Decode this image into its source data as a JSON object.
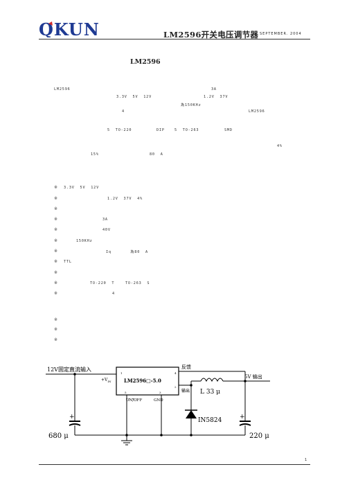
{
  "header": {
    "logo_text": "QKUN",
    "title": "LM2596开关电压调节器",
    "date": "SEPTEMBER. 2004"
  },
  "section_title": "LM2596",
  "intro_lines": [
    {
      "id": "l1",
      "parts": [
        "LM2596",
        "3A"
      ]
    },
    {
      "id": "l2",
      "parts": [
        "3.3V  5V  12V",
        "1.2V  37V"
      ]
    },
    {
      "id": "l3",
      "parts": [
        "為150KHz"
      ]
    },
    {
      "id": "l4",
      "parts": [
        "4",
        "LM2596"
      ]
    },
    {
      "id": "l5",
      "parts": [
        "5  TO-220",
        "DIP",
        "5  TO-263",
        "SMD"
      ]
    },
    {
      "id": "l6",
      "parts": [
        "4%"
      ]
    },
    {
      "id": "l7",
      "parts": [
        "15%",
        "80  A"
      ]
    }
  ],
  "features": [
    {
      "bullet": "※",
      "text": "3.3V  5V  12V"
    },
    {
      "bullet": "※",
      "text": "1.2V  37V  4%"
    },
    {
      "bullet": "※",
      "text": ""
    },
    {
      "bullet": "※",
      "text": "3A"
    },
    {
      "bullet": "※",
      "text": "40V"
    },
    {
      "bullet": "※",
      "text": "150KHz"
    },
    {
      "bullet": "※",
      "text": "Iq       為80  A"
    },
    {
      "bullet": "※",
      "text": "TTL"
    },
    {
      "bullet": "※",
      "text": ""
    },
    {
      "bullet": "※",
      "text": "TO-220  T    TO-263  S"
    },
    {
      "bullet": "※",
      "text": "4"
    }
  ],
  "applications": [
    {
      "bullet": "※",
      "text": ""
    },
    {
      "bullet": "※",
      "text": ""
    },
    {
      "bullet": "※",
      "text": ""
    }
  ],
  "circuit": {
    "input_label": "12V固定直流输入",
    "chip_label": "LM2596□-5.0",
    "vin_label": "+V",
    "vin_sub": "IN",
    "feedback_label": "反馈",
    "output_pin_label": "输出",
    "onoff_label": "ON/OFF",
    "gnd_label": "GND",
    "pin1": "1",
    "pin2": "2",
    "pin3": "3",
    "pin4": "4",
    "pin5": "5",
    "inductor_label": "L   33 μ",
    "diode_label": "IN5824",
    "output_label": "5V 输出",
    "cin_label": "680 μ",
    "cout_label": "220 μ",
    "plus": "+"
  },
  "page_number": "1",
  "colors": {
    "logo": "#1f3a93",
    "logo_accent": "#d22b2b"
  }
}
